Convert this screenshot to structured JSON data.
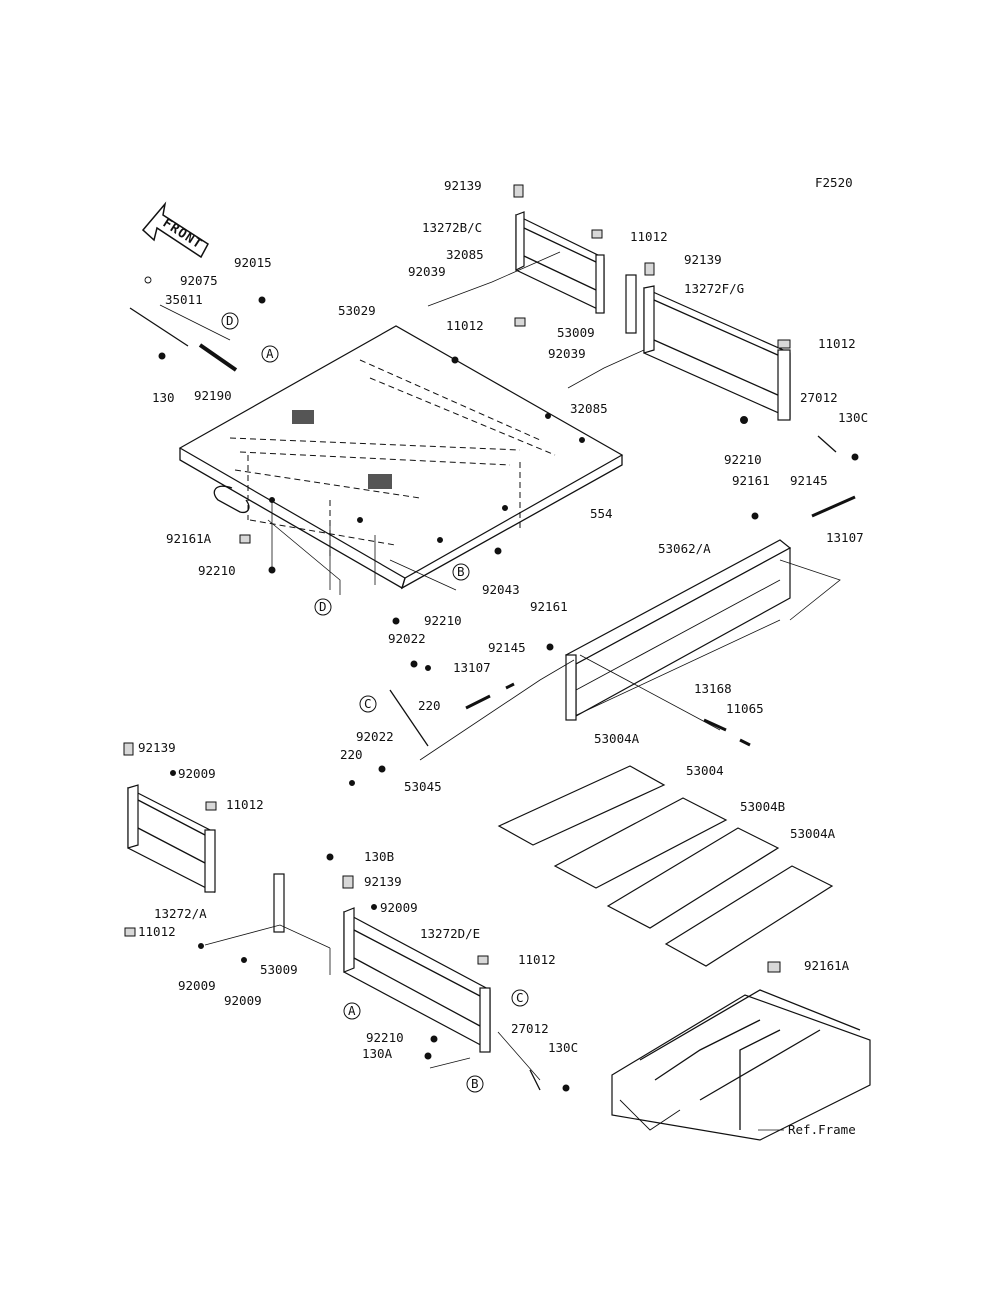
{
  "figure_code": "F2520",
  "front_label": "FRONT",
  "ref_frame": "Ref.Frame",
  "callouts": [
    "A",
    "B",
    "C",
    "D"
  ],
  "parts": [
    {
      "id": "p1",
      "label": "92139"
    },
    {
      "id": "p2",
      "label": "13272B/C"
    },
    {
      "id": "p3",
      "label": "11012"
    },
    {
      "id": "p4",
      "label": "92139"
    },
    {
      "id": "p5",
      "label": "32085"
    },
    {
      "id": "p6",
      "label": "92039"
    },
    {
      "id": "p7",
      "label": "13272F/G"
    },
    {
      "id": "p8",
      "label": "11012"
    },
    {
      "id": "p9",
      "label": "53009"
    },
    {
      "id": "p10",
      "label": "11012"
    },
    {
      "id": "p11",
      "label": "92039"
    },
    {
      "id": "p12",
      "label": "32085"
    },
    {
      "id": "p13",
      "label": "27012"
    },
    {
      "id": "p14",
      "label": "130C"
    },
    {
      "id": "p15",
      "label": "92210"
    },
    {
      "id": "p16",
      "label": "92161"
    },
    {
      "id": "p17",
      "label": "92145"
    },
    {
      "id": "p18",
      "label": "13107"
    },
    {
      "id": "p19",
      "label": "92075"
    },
    {
      "id": "p20",
      "label": "92015"
    },
    {
      "id": "p21",
      "label": "35011"
    },
    {
      "id": "p22",
      "label": "53029"
    },
    {
      "id": "p23",
      "label": "130"
    },
    {
      "id": "p24",
      "label": "92190"
    },
    {
      "id": "p25",
      "label": "92161A"
    },
    {
      "id": "p26",
      "label": "92210"
    },
    {
      "id": "p27",
      "label": "554"
    },
    {
      "id": "p28",
      "label": "92043"
    },
    {
      "id": "p29",
      "label": "92210"
    },
    {
      "id": "p30",
      "label": "53062/A"
    },
    {
      "id": "p31",
      "label": "92161"
    },
    {
      "id": "p32",
      "label": "92022"
    },
    {
      "id": "p33",
      "label": "92145"
    },
    {
      "id": "p34",
      "label": "13107"
    },
    {
      "id": "p35",
      "label": "220"
    },
    {
      "id": "p36",
      "label": "13168"
    },
    {
      "id": "p37",
      "label": "11065"
    },
    {
      "id": "p38",
      "label": "92022"
    },
    {
      "id": "p39",
      "label": "220"
    },
    {
      "id": "p40",
      "label": "53045"
    },
    {
      "id": "p41",
      "label": "53004A"
    },
    {
      "id": "p42",
      "label": "53004"
    },
    {
      "id": "p43",
      "label": "53004B"
    },
    {
      "id": "p44",
      "label": "53004A"
    },
    {
      "id": "p45",
      "label": "92139"
    },
    {
      "id": "p46",
      "label": "92009"
    },
    {
      "id": "p47",
      "label": "11012"
    },
    {
      "id": "p48",
      "label": "13272/A"
    },
    {
      "id": "p49",
      "label": "11012"
    },
    {
      "id": "p50",
      "label": "130B"
    },
    {
      "id": "p51",
      "label": "92139"
    },
    {
      "id": "p52",
      "label": "92009"
    },
    {
      "id": "p53",
      "label": "13272D/E"
    },
    {
      "id": "p54",
      "label": "11012"
    },
    {
      "id": "p55",
      "label": "92009"
    },
    {
      "id": "p56",
      "label": "92009"
    },
    {
      "id": "p57",
      "label": "53009"
    },
    {
      "id": "p58",
      "label": "92210"
    },
    {
      "id": "p59",
      "label": "130A"
    },
    {
      "id": "p60",
      "label": "27012"
    },
    {
      "id": "p61",
      "label": "130C"
    },
    {
      "id": "p62",
      "label": "92161A"
    }
  ]
}
